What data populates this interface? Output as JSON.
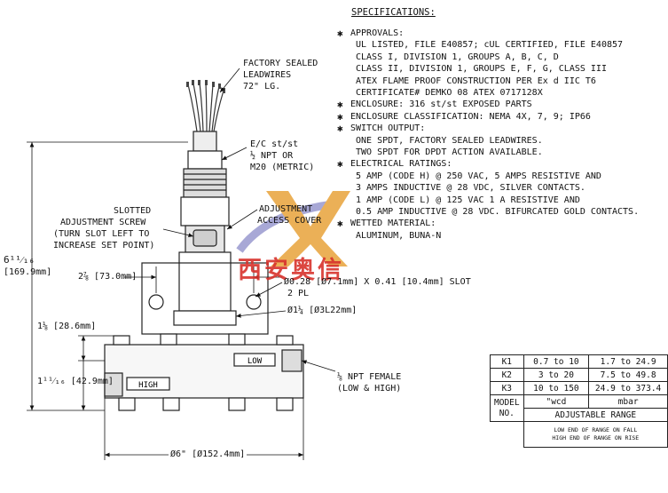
{
  "specs": {
    "title": "SPECIFICATIONS:",
    "lines": [
      {
        "bullet": true,
        "text": "APPROVALS:"
      },
      {
        "bullet": false,
        "text": "UL LISTED, FILE E40857;  cUL CERTIFIED, FILE E40857"
      },
      {
        "bullet": false,
        "text": "CLASS I, DIVISION 1, GROUPS A, B, C, D"
      },
      {
        "bullet": false,
        "text": "CLASS II, DIVISION 1, GROUPS E, F, G, CLASS III"
      },
      {
        "bullet": false,
        "text": "ATEX FLAME PROOF CONSTRUCTION PER Ex d IIC T6"
      },
      {
        "bullet": false,
        "text": "CERTIFICATE# DEMKO 08 ATEX 0717128X"
      },
      {
        "bullet": true,
        "text": "ENCLOSURE:  316 st/st EXPOSED PARTS"
      },
      {
        "bullet": true,
        "text": "ENCLOSURE CLASSIFICATION:  NEMA 4X, 7, 9; IP66"
      },
      {
        "bullet": true,
        "text": "SWITCH OUTPUT:"
      },
      {
        "bullet": false,
        "text": "ONE SPDT, FACTORY SEALED LEADWIRES."
      },
      {
        "bullet": false,
        "text": "  TWO SPDT FOR DPDT ACTION AVAILABLE."
      },
      {
        "bullet": true,
        "text": "ELECTRICAL RATINGS:"
      },
      {
        "bullet": false,
        "text": "5 AMP (CODE H) @ 250 VAC, 5 AMPS RESISTIVE AND"
      },
      {
        "bullet": false,
        "text": "3 AMPS INDUCTIVE @ 28 VDC, SILVER CONTACTS."
      },
      {
        "bullet": false,
        "text": "1 AMP (CODE L) @ 125 VAC 1 A RESISTIVE AND"
      },
      {
        "bullet": false,
        "text": "0.5 AMP INDUCTIVE @ 28 VDC.  BIFURCATED GOLD CONTACTS."
      },
      {
        "bullet": true,
        "text": "WETTED MATERIAL:"
      },
      {
        "bullet": false,
        "text": "ALUMINUM, BUNA-N"
      }
    ]
  },
  "callouts": {
    "leadwires": [
      "FACTORY SEALED",
      "LEADWIRES",
      "72\" LG."
    ],
    "conduit": [
      "E/C st/st",
      "½ NPT OR",
      "M20 (METRIC)"
    ],
    "screw": [
      "SLOTTED",
      "ADJUSTMENT SCREW",
      "(TURN SLOT LEFT TO",
      "INCREASE SET POINT)"
    ],
    "access": [
      "ADJUSTMENT",
      "ACCESS COVER"
    ],
    "slot": [
      "Ø0.28 [Ø7.1mm] X 0.41 [10.4mm] SLOT",
      "2 PL"
    ],
    "bolt_circle": "Ø1¼ [Ø3L22mm]",
    "port": [
      "⅛ NPT FEMALE",
      "(LOW & HIGH)"
    ]
  },
  "dimensions": {
    "height_total": "6¹¹⁄₁₆",
    "height_total_mm": "[169.9mm]",
    "plate_width": "2⅞ [73.0mm]",
    "d1": "1⅛ [28.6mm]",
    "d2": "1¹¹⁄₁₆ [42.9mm]",
    "width": "Ø6\" [Ø152.4mm]"
  },
  "ports": {
    "low": "LOW",
    "high": "HIGH"
  },
  "table": {
    "rows": [
      {
        "code": "K1",
        "wcd": "0.7 to 10",
        "mbar": "1.7 to 24.9"
      },
      {
        "code": "K2",
        "wcd": "3 to 20",
        "mbar": "7.5 to 49.8"
      },
      {
        "code": "K3",
        "wcd": "10 to 150",
        "mbar": "24.9 to 373.4"
      }
    ],
    "model_label": "MODEL",
    "no_label": "NO.",
    "unit_wcd": "\"wcd",
    "unit_mbar": "mbar",
    "range_label": "ADJUSTABLE RANGE",
    "note_1": "LOW END OF RANGE ON FALL",
    "note_2": "HIGH END OF RANGE ON RISE"
  },
  "watermark": {
    "text": "西安奥信",
    "logo_color": "#e8a33a",
    "logo_color_2": "#9a9ad0",
    "text_color": "#d8322c"
  }
}
